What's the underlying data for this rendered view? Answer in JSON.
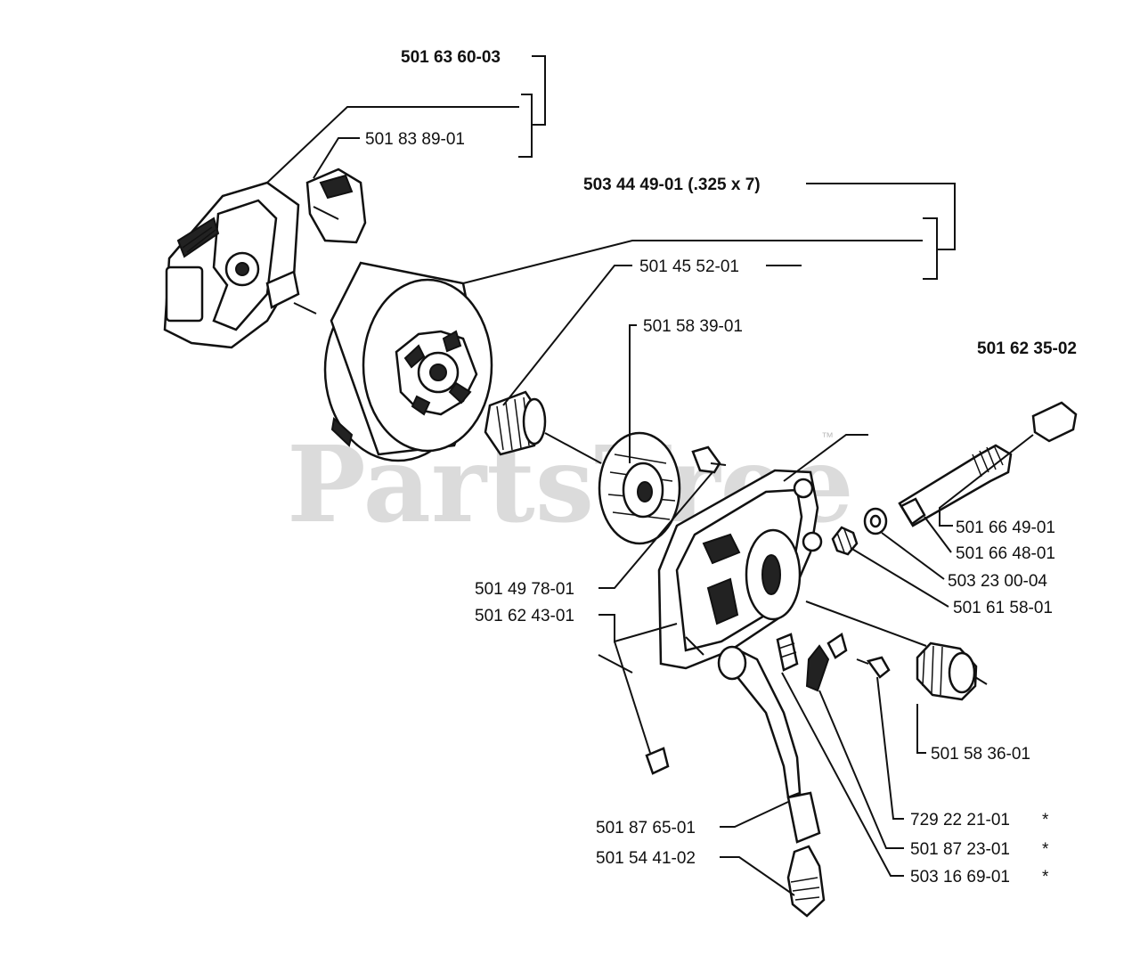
{
  "watermark": {
    "text": "PartsTree",
    "tm": "™"
  },
  "labels": {
    "clutch_assembly": "501 63 60-03",
    "clutch_shoe": "501 83 89-01",
    "rim_sprocket": "503 44 49-01 (.325 x 7)",
    "needle_bearing": "501 45 52-01",
    "washer": "501 58 39-01",
    "oil_pump": "501 62 35-02",
    "screw_upper": "501 49 78-01",
    "nut_lower": "501 62 43-01",
    "pump_shaft_end": "501 66 49-01",
    "pump_shaft": "501 66 48-01",
    "spring_washer": "503 23 00-04",
    "spring": "501 61 58-01",
    "worm_gear": "501 58 36-01",
    "screw_729": "729 22 21-01",
    "bracket": "501 87 23-01",
    "pin": "503 16 69-01",
    "oil_hose": "501 87 65-01",
    "filter": "501 54 41-02"
  },
  "asterisk": "*"
}
